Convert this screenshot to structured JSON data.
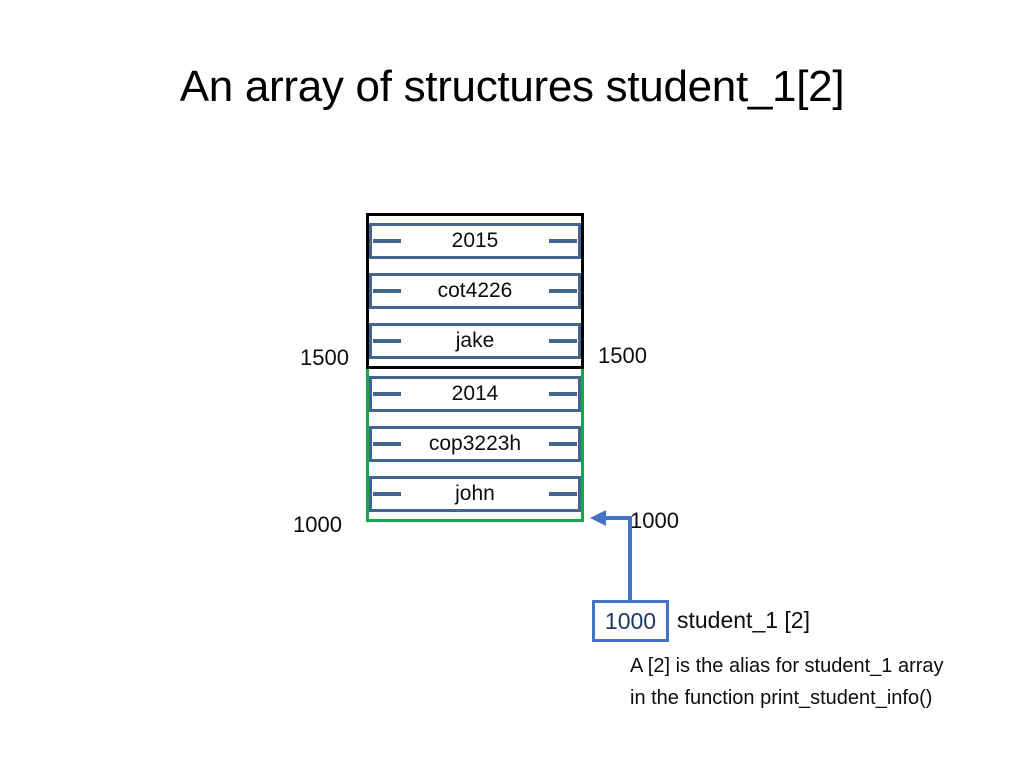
{
  "slide": {
    "title": "An array of structures student_1[2]"
  },
  "memory": {
    "blocks": [
      {
        "name": "upper-struct",
        "border_color": "#000000",
        "base_address": "1500",
        "rows": [
          {
            "value": "2015"
          },
          {
            "value": "cot4226"
          },
          {
            "value": "jake"
          }
        ]
      },
      {
        "name": "lower-struct",
        "border_color": "#12A84C",
        "base_address": "1000",
        "rows": [
          {
            "value": "2014"
          },
          {
            "value": "cop3223h"
          },
          {
            "value": "john"
          }
        ]
      }
    ],
    "address_labels": {
      "left_upper": "1500",
      "right_upper": "1500",
      "left_lower": "1000",
      "right_lower": "1000"
    }
  },
  "pointer": {
    "value": "1000",
    "label": "student_1 [2]",
    "border_color": "#4472C4",
    "text_color": "#1F3864",
    "arrow_color": "#4472C4",
    "arrow_icon": "arrow-left-elbow-icon"
  },
  "caption": {
    "line1": "A [2] is the alias for student_1 array",
    "line2": "in the function print_student_info()"
  },
  "colors": {
    "divider_blue": "#42668F",
    "struct_green": "#12A84C",
    "struct_black": "#000000",
    "background": "#ffffff"
  }
}
